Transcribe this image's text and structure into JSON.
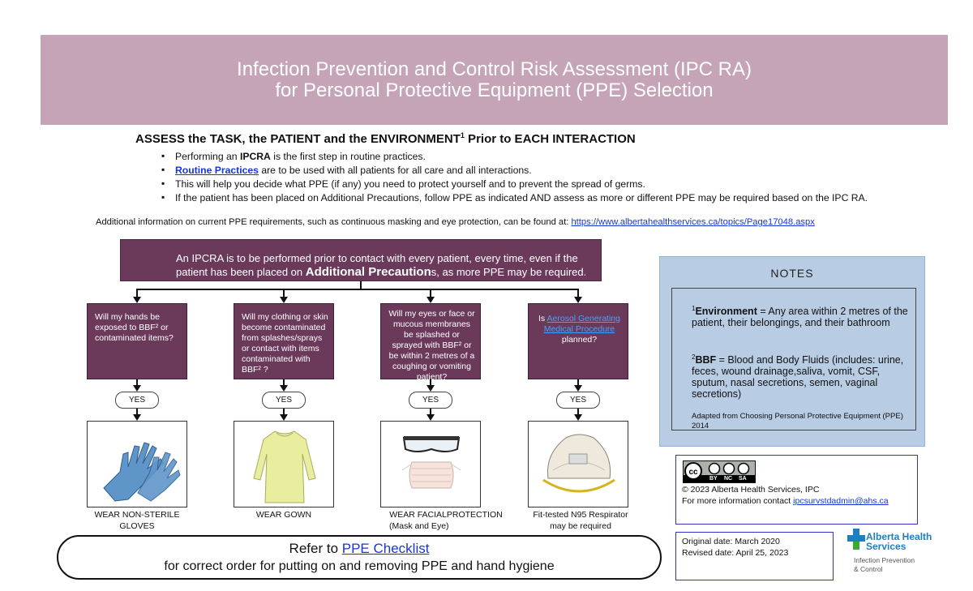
{
  "header": {
    "title_line1": "Infection Prevention and Control Risk Assessment (IPC RA)",
    "title_line2": "for Personal Protective Equipment (PPE) Selection"
  },
  "assess": {
    "heading_main": "ASSESS the TASK, the PATIENT and the ENVIRONMENT",
    "heading_sup": "1",
    "heading_tail": " Prior to EACH INTERACTION",
    "bullet1_pre": "Performing an ",
    "bullet1_bold": "IPCRA",
    "bullet1_post": " is the first step in routine practices.",
    "bullet2_link": "Routine Practices",
    "bullet2_post": "  are to be used with all patients for all care and all interactions.",
    "bullet3": "This will help you decide what PPE (if any) you need to protect yourself and to prevent the spread of germs.",
    "bullet4": "If the patient has been placed on Additional Precautions, follow PPE as indicated AND assess as more or different PPE may be required based on the IPC RA."
  },
  "additional_info": {
    "text": "Additional information on current PPE requirements, such as continuous masking and eye protection, can be found at: ",
    "url": "https://www.albertahealthservices.ca/topics/Page17048.aspx"
  },
  "flow": {
    "top_line1": "An IPCRA is to be performed prior to contact with every patient, every time, even if the",
    "top_line2_pre": "patient has been placed on ",
    "top_line2_bold": "Additional Precaution",
    "top_line2_post": "s, as more PPE may be required.",
    "q1": "Will my hands be exposed to BBF² or contaminated items?",
    "q2": "Will my clothing or skin become contaminated from splashes/sprays or contact with items contaminated with BBF² ?",
    "q3": "Will my eyes or face or mucous membranes be splashed or sprayed with BBF² or be within 2 metres of a coughing or vomiting patient?",
    "q4_pre": "Is ",
    "q4_link": "Aerosol Generating Medical Procedure",
    "q4_post": " planned?",
    "yes": "YES",
    "label1": "WEAR NON-STERILE GLOVES",
    "label2": "WEAR GOWN",
    "label3_line1": "WEAR FACIALPROTECTION",
    "label3_line2": "(Mask and Eye)",
    "label4": "Fit-tested N95 Respirator may be required"
  },
  "refer": {
    "pre": "Refer to ",
    "link": "PPE Checklist",
    "line2": "for correct order for putting on and removing PPE and hand hygiene"
  },
  "notes": {
    "title": "NOTES",
    "n1_sup": "1",
    "n1_bold": "Environment",
    "n1_text": " = Any area within 2 metres of the patient, their belongings, and their bathroom",
    "n2_sup": "2",
    "n2_bold": "BBF",
    "n2_text": " = Blood and Body Fluids (includes: urine, feces, wound drainage,saliva, vomit, CSF, sputum, nasal secretions, semen, vaginal secretions)",
    "adapted": "Adapted from Choosing Personal Protective Equipment (PPE) 2014"
  },
  "license": {
    "cc_labels": [
      "BY",
      "NC",
      "SA"
    ],
    "copyright": "© 2023 Alberta Health Services, IPC",
    "contact_pre": "For more information contact ",
    "contact_email": "ipcsurvstdadmin@ahs.ca"
  },
  "dates": {
    "original": "Original date: March 2020",
    "revised": "Revised date: April 25, 2023"
  },
  "ahs": {
    "name_line1": "Alberta Health",
    "name_line2": "Services",
    "sub_line1": "Infection Prevention",
    "sub_line2": "& Control",
    "brand_blue": "#1d7ec2",
    "brand_green": "#3aa935"
  },
  "colors": {
    "banner": "#c4a4b6",
    "box_plum": "#6b3a5b",
    "notes_bg": "#b8cce4",
    "link": "#1a34d8"
  }
}
